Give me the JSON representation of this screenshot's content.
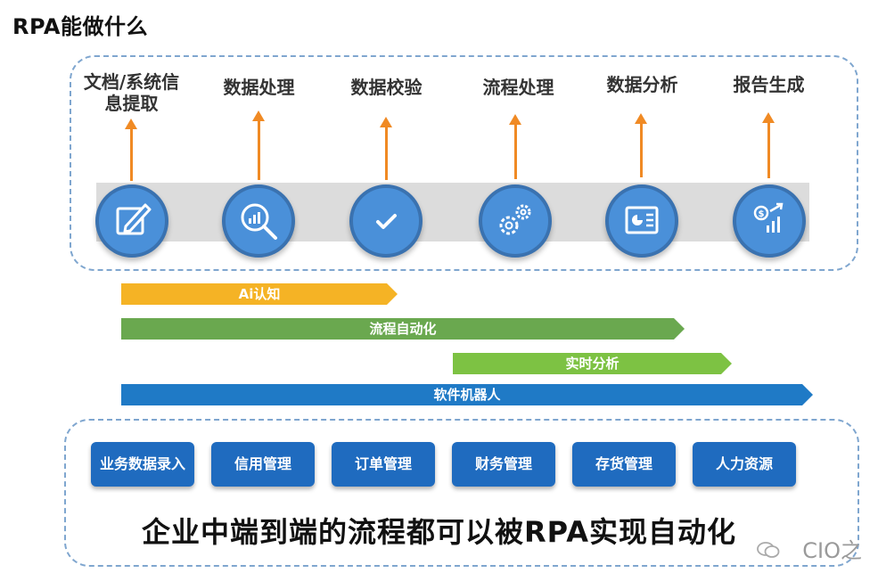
{
  "title": "RPA能做什么",
  "capabilities": [
    {
      "label_line1": "文档/系统信",
      "label_line2": "息提取",
      "icon": "edit-icon"
    },
    {
      "label_line1": "数据处理",
      "label_line2": "",
      "icon": "magnifier-chart-icon"
    },
    {
      "label_line1": "数据校验",
      "label_line2": "",
      "icon": "check-icon"
    },
    {
      "label_line1": "流程处理",
      "label_line2": "",
      "icon": "gears-icon"
    },
    {
      "label_line1": "数据分析",
      "label_line2": "",
      "icon": "dashboard-icon"
    },
    {
      "label_line1": "报告生成",
      "label_line2": "",
      "icon": "money-growth-icon"
    }
  ],
  "bars": [
    {
      "label": "Ai认知",
      "color": "#f5b325"
    },
    {
      "label": "流程自动化",
      "color": "#6aa84f"
    },
    {
      "label": "实时分析",
      "color": "#7dc243"
    },
    {
      "label": "软件机器人",
      "color": "#1f7ac6"
    }
  ],
  "modules": [
    "业务数据录入",
    "信用管理",
    "订单管理",
    "财务管理",
    "存货管理",
    "人力资源"
  ],
  "slogan": "企业中端到端的流程都可以被RPA实现自动化",
  "watermark": "CIO之"
}
